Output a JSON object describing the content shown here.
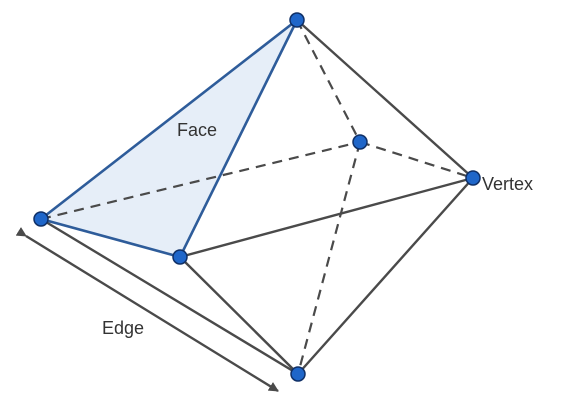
{
  "diagram": {
    "labels": {
      "face": "Face",
      "vertex": "Vertex",
      "edge": "Edge"
    },
    "colors": {
      "face_fill": "#e6eef8",
      "face_stroke": "#2e5c9a",
      "edge_stroke": "#4a4a4a",
      "vertex_fill": "#1f66c9",
      "vertex_stroke": "#0f2f66",
      "label_text": "#333333"
    }
  }
}
